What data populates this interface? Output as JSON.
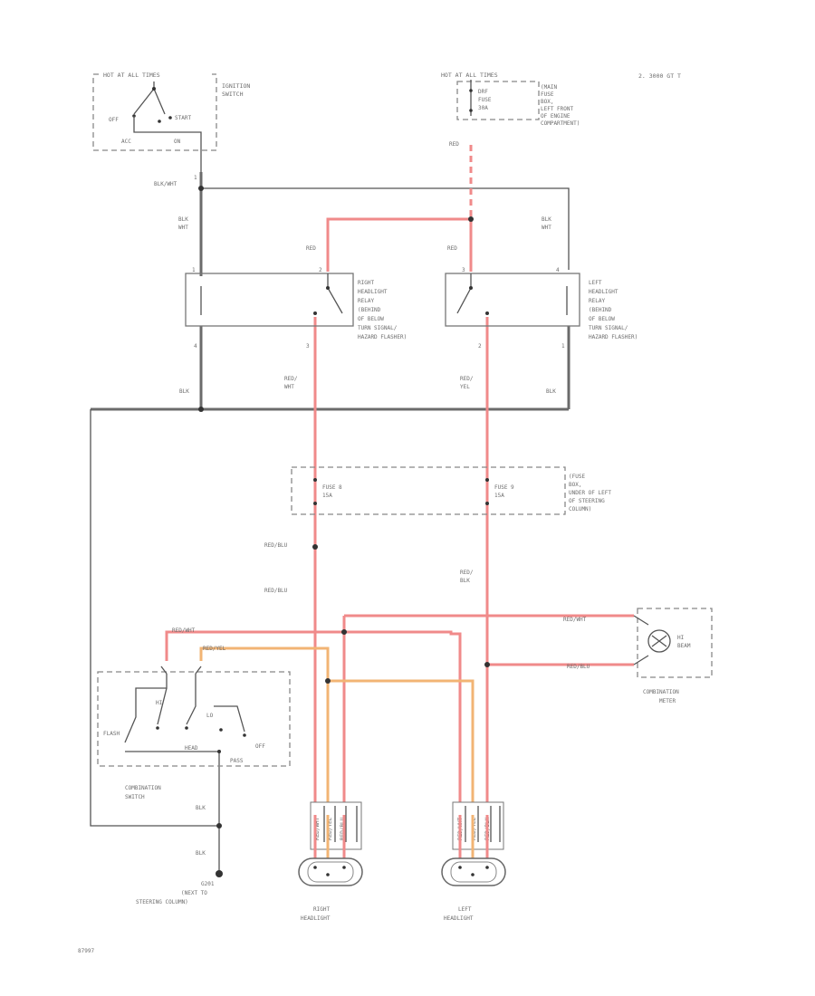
{
  "title_note": "2. 3000 GT T",
  "ignition": {
    "header": "HOT AT ALL TIMES",
    "name_lines": [
      "IGNITION",
      "SWITCH"
    ],
    "off": "OFF",
    "start": "START",
    "acc": "ACC",
    "on": "ON",
    "wire_top": "BLK/WHT"
  },
  "fuse_top": {
    "header": "HOT AT ALL TIMES",
    "fuse_lines": [
      "DRF",
      "FUSE",
      "30A"
    ],
    "desc_lines": [
      "(MAIN",
      "FUSE",
      "BOX,",
      "LEFT FRONT",
      "OF ENGINE",
      "COMPARTMENT)"
    ],
    "wire": "RED"
  },
  "wires": {
    "blk_wht_bus": "BLK/WHT",
    "blk_wht_left": [
      "BLK",
      "WHT"
    ],
    "blk_wht_right": [
      "BLK",
      "WHT"
    ],
    "red_right_relay": "RED",
    "red_left_relay": "RED",
    "blk_left": "BLK",
    "blk_right": "BLK",
    "red_wht": [
      "RED/",
      "WHT"
    ],
    "red_yel": [
      "RED/",
      "YEL"
    ],
    "red_blu_1": "RED/BLU",
    "red_blu_2": "RED/BLU",
    "red_blk": [
      "RED/",
      "BLK"
    ],
    "red_wht_sw": "RED/WHT",
    "red_yel_sw": "RED/YEL",
    "red_wht_meter": "RED/WHT",
    "red_blu_meter": "RED/BLU",
    "blk_sw1": "BLK",
    "blk_sw2": "BLK",
    "conn_right": [
      "RED/WHT",
      "RED/YEL",
      "RED/BLU"
    ],
    "conn_left": [
      "RED/WHT",
      "RED/YEL",
      "RED/BLK"
    ]
  },
  "right_relay": {
    "lines": [
      "RIGHT",
      "HEADLIGHT",
      "RELAY",
      "(BEHIND",
      "OF BELOW",
      "TURN SIGNAL/",
      "HAZARD FLASHER)"
    ],
    "pins": [
      "2",
      "1",
      "3",
      "4"
    ]
  },
  "left_relay": {
    "lines": [
      "LEFT",
      "HEADLIGHT",
      "RELAY",
      "(BEHIND",
      "OF BELOW",
      "TURN SIGNAL/",
      "HAZARD FLASHER)"
    ],
    "pins": [
      "4",
      "3",
      "2",
      "1"
    ]
  },
  "fuse_box": {
    "fuse_a": [
      "FUSE 8",
      "15A"
    ],
    "fuse_b": [
      "FUSE 9",
      "15A"
    ],
    "desc_lines": [
      "(FUSE",
      "BOX,",
      "UNDER OF LEFT",
      "OF STEERING",
      "COLUMN)"
    ]
  },
  "combination_switch": {
    "lines": [
      "COMBINATION",
      "SWITCH"
    ],
    "hi": "HI",
    "lo": "LO",
    "flash": "FLASH",
    "head": "HEAD",
    "off": "OFF",
    "pass": "PASS"
  },
  "meter": {
    "indicator": [
      "HI",
      "BEAM"
    ],
    "lines": [
      "COMBINATION",
      "METER"
    ]
  },
  "ground": {
    "lines": [
      "G201",
      "(NEXT TO",
      "STEERING COLUMN)"
    ]
  },
  "right_headlight": [
    "RIGHT",
    "HEADLIGHT"
  ],
  "left_headlight": [
    "LEFT",
    "HEADLIGHT"
  ],
  "figure_id": "87997"
}
